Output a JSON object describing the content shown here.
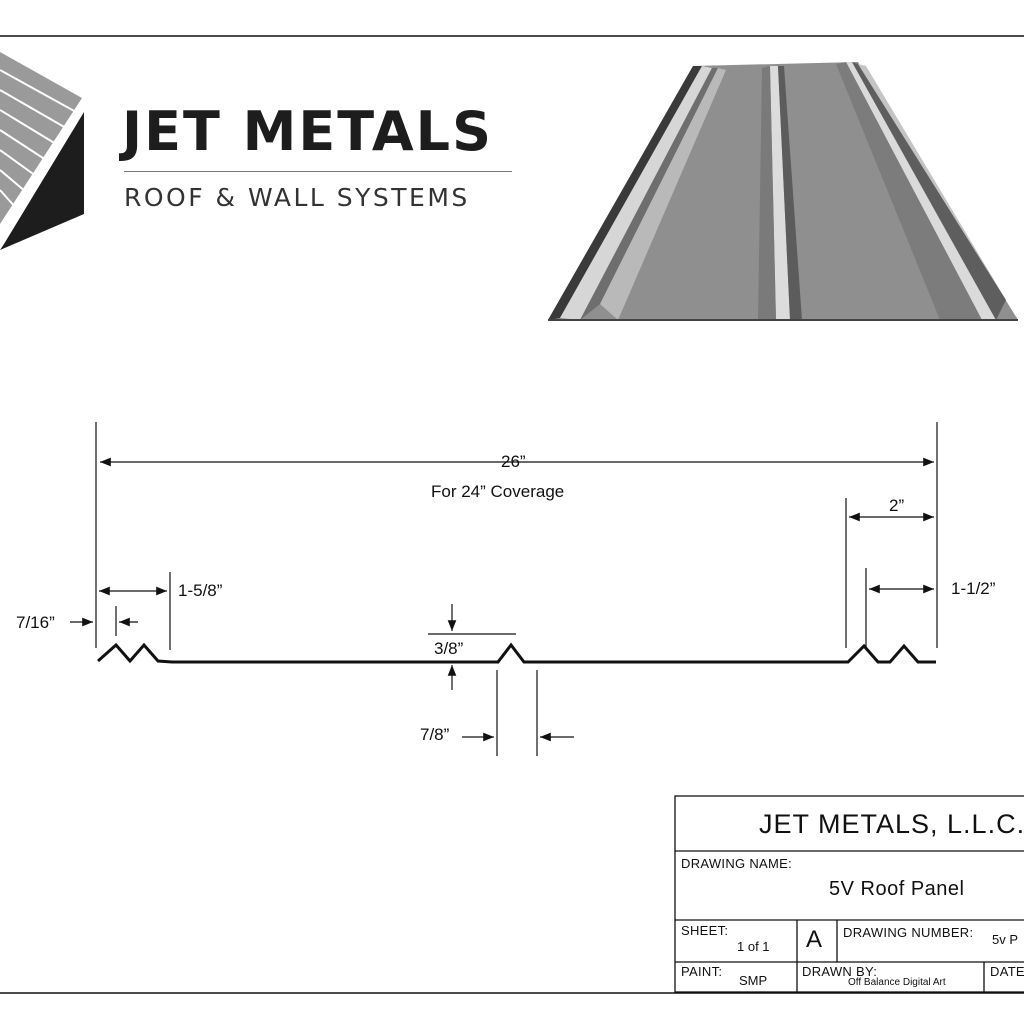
{
  "brand": {
    "name": "JET METALS",
    "tagline": "ROOF & WALL SYSTEMS"
  },
  "dimensions": {
    "overall_width": "26”",
    "coverage_note": "For 24” Coverage",
    "right_rib_spacing": "2”",
    "right_edge_to_rib": "1-1/2”",
    "left_edge_to_rib": "1-5/8”",
    "left_hem": "7/16”",
    "rib_height": "3/8”",
    "rib_base_width": "7/8”"
  },
  "title_block": {
    "company": "JET METALS, L.L.C.",
    "drawing_name_label": "DRAWING NAME:",
    "drawing_name": "5V Roof Panel",
    "sheet_label": "SHEET:",
    "sheet_value": "1 of 1",
    "revision": "A",
    "drawing_number_label": "DRAWING NUMBER:",
    "drawing_number": "5v P",
    "paint_label": "PAINT:",
    "paint_value": "SMP",
    "drawn_by_label": "DRAWN BY:",
    "drawn_by_value": "Off Balance Digital Art",
    "date_label": "DATE"
  },
  "colors": {
    "line": "#111111",
    "panel_body": "#8a8a8a",
    "panel_dark": "#3a3a3a",
    "panel_light": "#cfcfcf"
  }
}
